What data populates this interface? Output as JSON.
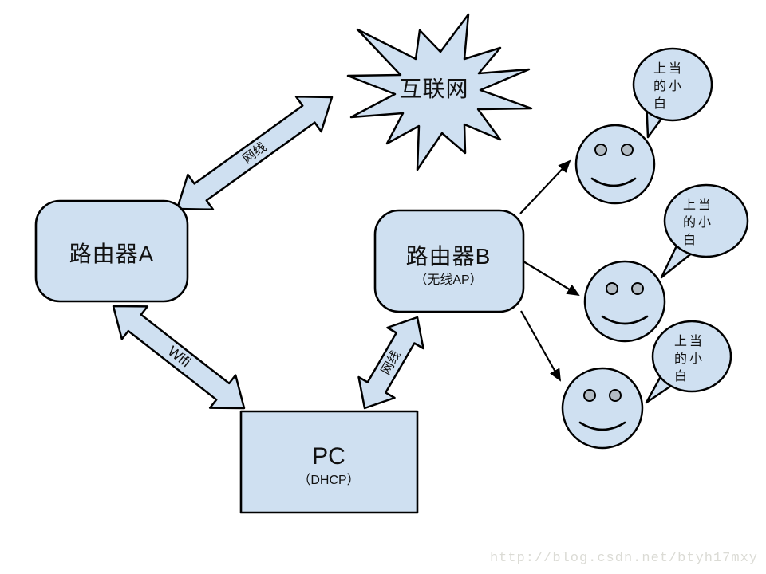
{
  "colors": {
    "canvas_bg": "#ffffff",
    "shape_fill": "#cfe0f1",
    "outline": "#000000",
    "eye_fill": "#b3bcc4",
    "text_color": "#111111",
    "watermark_color": "#dbdbd5"
  },
  "nodes": {
    "internet": {
      "label": "互联网"
    },
    "router_a": {
      "label": "路由器A"
    },
    "router_b": {
      "label": "路由器B",
      "sublabel": "（无线AP）"
    },
    "pc": {
      "label": "PC",
      "sublabel": "（DHCP）"
    }
  },
  "links": {
    "router_a_internet": {
      "label": "网线"
    },
    "router_a_pc": {
      "label": "Wifi"
    },
    "pc_router_b": {
      "label": "网线"
    }
  },
  "victims": [
    {
      "speech": [
        "上当",
        "的小",
        "白"
      ]
    },
    {
      "speech": [
        "上当",
        "的小",
        "白"
      ]
    },
    {
      "speech": [
        "上当",
        "的小",
        "白"
      ]
    }
  ],
  "watermark": {
    "text": "http://blog.csdn.net/btyh17mxy"
  }
}
